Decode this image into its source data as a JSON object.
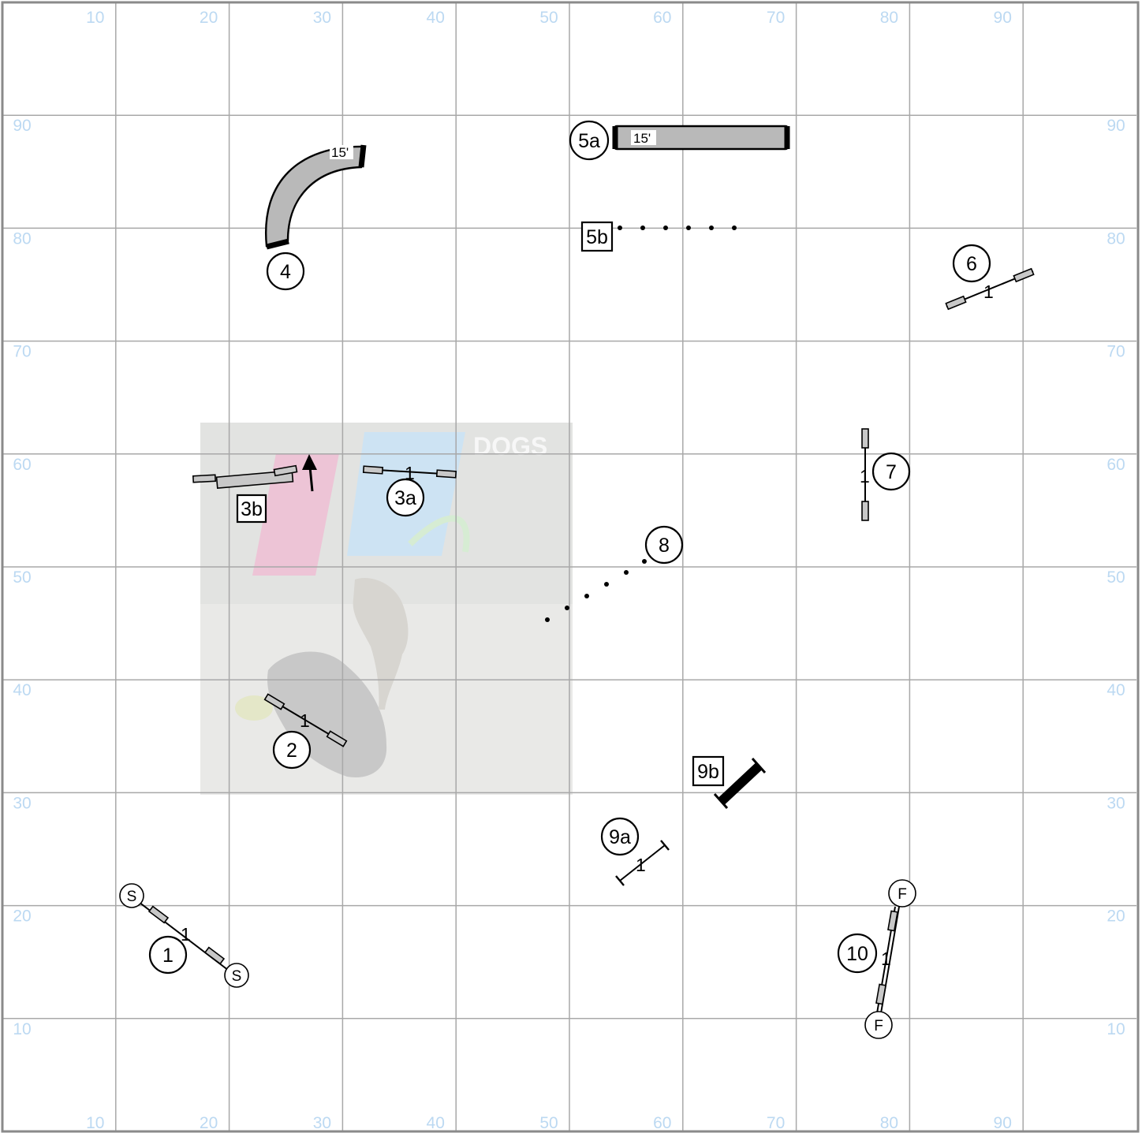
{
  "grid": {
    "columns": 10,
    "rows": 10,
    "x_labels": [
      "10",
      "20",
      "30",
      "40",
      "50",
      "60",
      "70",
      "80",
      "90"
    ],
    "y_labels": [
      "90",
      "80",
      "70",
      "60",
      "50",
      "40",
      "30",
      "20",
      "10"
    ],
    "label_color": "#bcd9f2",
    "line_color": "#a8a8a8"
  },
  "watermark": {
    "brand_text": "DOGS",
    "colors": {
      "pink": "#e8a8c0",
      "blue": "#8fc6ea",
      "green": "#a9dca0"
    }
  },
  "obstacles": {
    "o1": {
      "number": "1",
      "start_label": "S",
      "bar_height": "1"
    },
    "o2": {
      "number": "2",
      "bar_height": "1"
    },
    "o3a": {
      "number": "3a",
      "bar_height": "1"
    },
    "o3b": {
      "number": "3b"
    },
    "o4": {
      "number": "4",
      "length": "15'"
    },
    "o5a": {
      "number": "5a",
      "length": "15'"
    },
    "o5b": {
      "number": "5b"
    },
    "o6": {
      "number": "6",
      "bar_height": "1"
    },
    "o7": {
      "number": "7",
      "bar_height": "1"
    },
    "o8": {
      "number": "8"
    },
    "o9a": {
      "number": "9a",
      "bar_height": "1"
    },
    "o9b": {
      "number": "9b"
    },
    "o10": {
      "number": "10",
      "finish_label": "F",
      "bar_height": "1"
    }
  }
}
